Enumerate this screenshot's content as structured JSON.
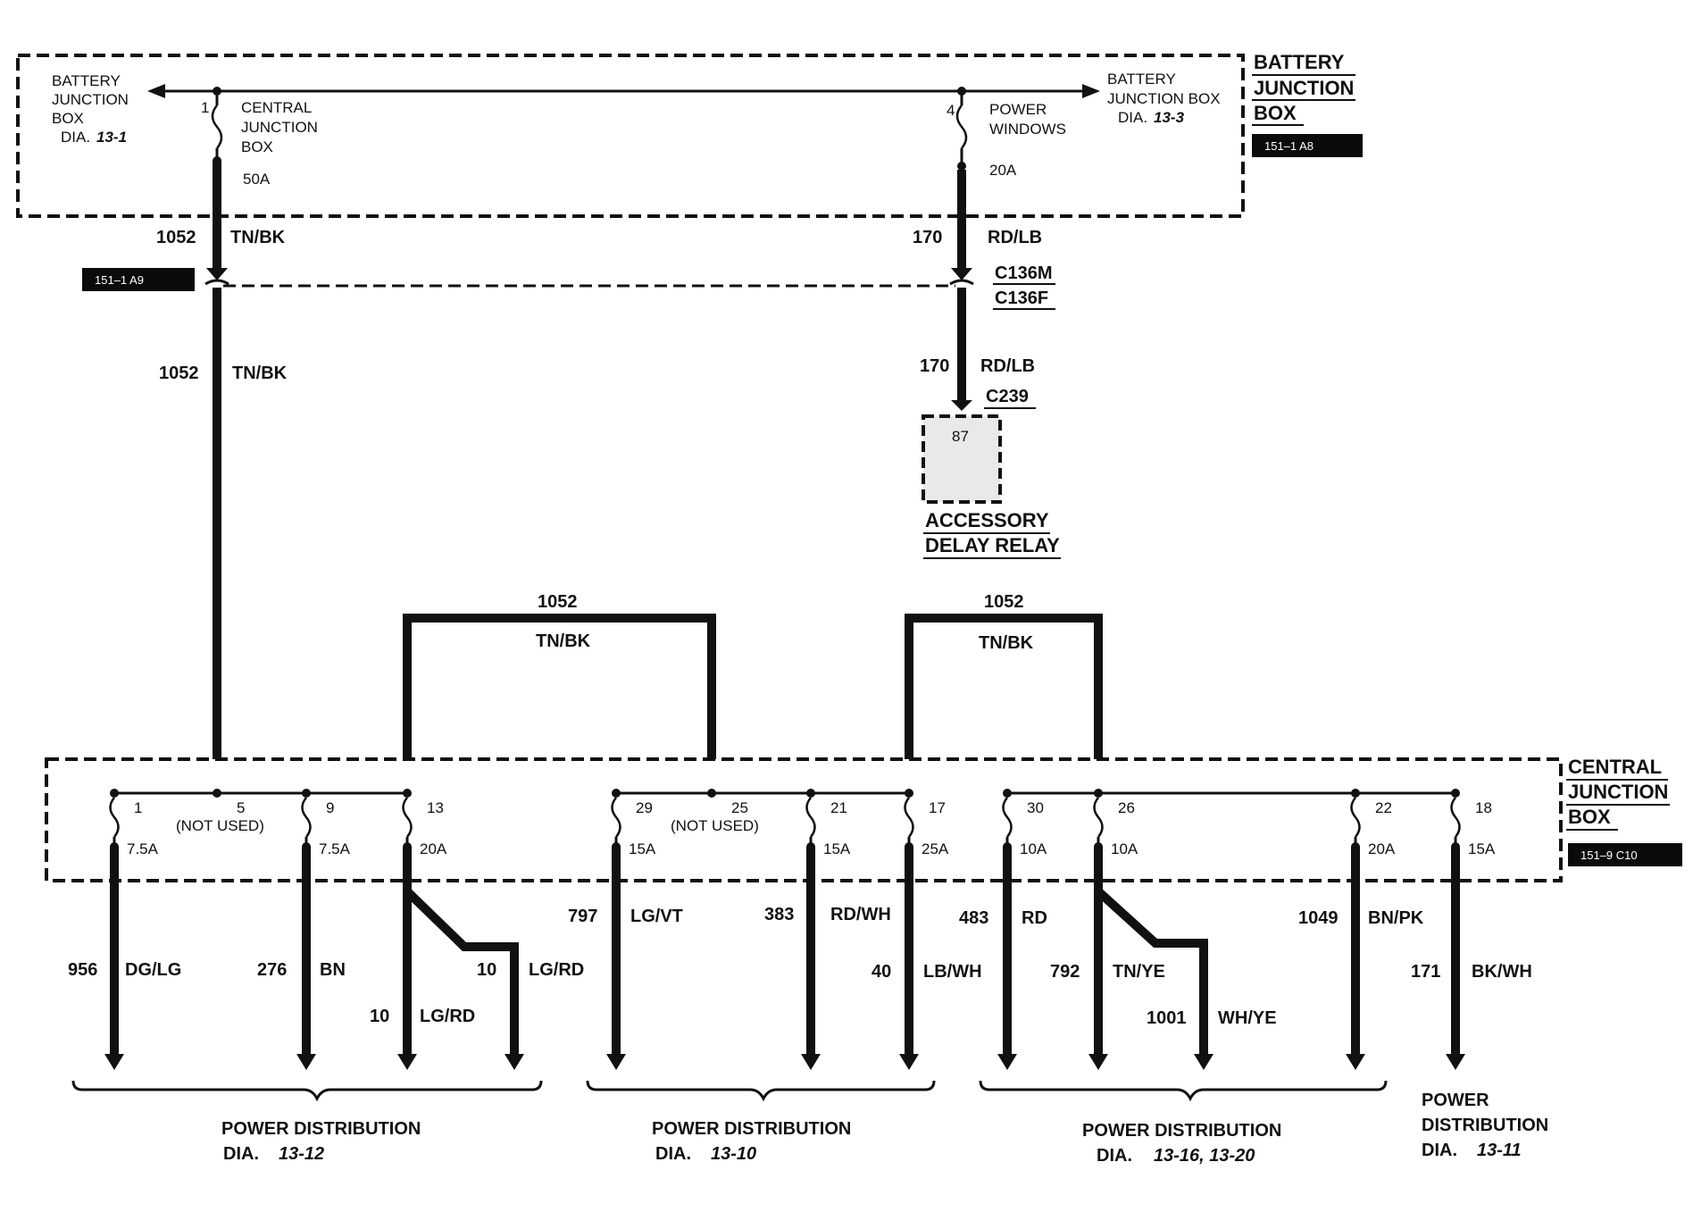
{
  "battery_jb": {
    "title": [
      "BATTERY",
      "JUNCTION",
      "BOX"
    ],
    "tag": "151–1 A8",
    "left_ref": [
      "BATTERY",
      "JUNCTION",
      "BOX"
    ],
    "left_dia_prefix": "DIA.",
    "left_dia": "13-1",
    "right_ref": [
      "BATTERY",
      "JUNCTION BOX"
    ],
    "right_dia_prefix": "DIA.",
    "right_dia": "13-3",
    "fuse1": {
      "num": "1",
      "name": [
        "CENTRAL",
        "JUNCTION",
        "BOX"
      ],
      "rating": "50A"
    },
    "fuse4": {
      "num": "4",
      "name": [
        "POWER",
        "WINDOWS"
      ],
      "rating": "20A"
    }
  },
  "wires_top": {
    "left_circuit": "1052",
    "left_color": "TN/BK",
    "left_tag": "151–1 A9",
    "left_circuit_2": "1052",
    "left_color_2": "TN/BK",
    "right_circuit": "170",
    "right_color": "RD/LB",
    "conn_m": "C136M",
    "conn_f": "C136F",
    "right_circuit_2": "170",
    "right_color_2": "RD/LB",
    "conn_c239": "C239"
  },
  "relay": {
    "pin": "87",
    "name": [
      "ACCESSORY",
      "DELAY RELAY"
    ]
  },
  "jumpers": [
    {
      "circuit": "1052",
      "color": "TN/BK"
    },
    {
      "circuit": "1052",
      "color": "TN/BK"
    }
  ],
  "central_jb": {
    "title": [
      "CENTRAL",
      "JUNCTION",
      "BOX"
    ],
    "tag": "151–9 C10",
    "fuses": [
      {
        "num": "1",
        "rating": "7.5A"
      },
      {
        "num": "5",
        "rating": "",
        "note": "(NOT USED)"
      },
      {
        "num": "9",
        "rating": "7.5A"
      },
      {
        "num": "13",
        "rating": "20A"
      },
      {
        "num": "29",
        "rating": "15A"
      },
      {
        "num": "25",
        "rating": "",
        "note": "(NOT USED)"
      },
      {
        "num": "21",
        "rating": "15A"
      },
      {
        "num": "17",
        "rating": "25A"
      },
      {
        "num": "30",
        "rating": "10A"
      },
      {
        "num": "26",
        "rating": "10A"
      },
      {
        "num": "22",
        "rating": "20A"
      },
      {
        "num": "18",
        "rating": "15A"
      }
    ]
  },
  "outputs": [
    {
      "circuit": "956",
      "color": "DG/LG"
    },
    {
      "circuit": "276",
      "color": "BN"
    },
    {
      "circuit": "10",
      "color": "LG/RD"
    },
    {
      "circuit": "10",
      "color": "LG/RD"
    },
    {
      "circuit": "797",
      "color": "LG/VT"
    },
    {
      "circuit": "383",
      "color": "RD/WH"
    },
    {
      "circuit": "40",
      "color": "LB/WH"
    },
    {
      "circuit": "483",
      "color": "RD"
    },
    {
      "circuit": "792",
      "color": "TN/YE"
    },
    {
      "circuit": "1001",
      "color": "WH/YE"
    },
    {
      "circuit": "1049",
      "color": "BN/PK"
    },
    {
      "circuit": "171",
      "color": "BK/WH"
    }
  ],
  "destinations": [
    {
      "title": "POWER DISTRIBUTION",
      "dia_prefix": "DIA.",
      "dia": "13-12"
    },
    {
      "title": "POWER DISTRIBUTION",
      "dia_prefix": "DIA.",
      "dia": "13-10"
    },
    {
      "title": "POWER DISTRIBUTION",
      "dia_prefix": "DIA.",
      "dia": "13-16, 13-20"
    },
    {
      "title": [
        "POWER",
        "DISTRIBUTION"
      ],
      "dia_prefix": "DIA.",
      "dia": "13-11"
    }
  ]
}
